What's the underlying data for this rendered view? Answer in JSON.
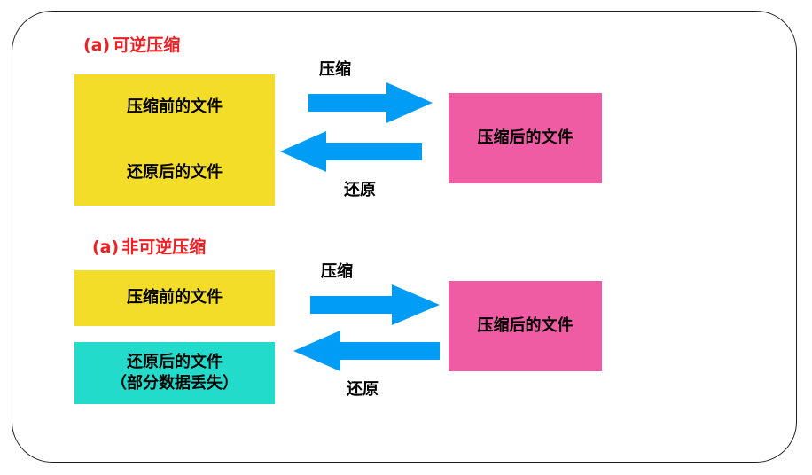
{
  "figure": {
    "background_color": "#ffffff",
    "frame_border_color": "#231f20",
    "accent_label_color": "#ed2024",
    "colors": {
      "yellow": "#f3dd28",
      "pink": "#ef5ca3",
      "cyan": "#22dbcb",
      "arrow_blue": "#009cf5"
    }
  },
  "sections": [
    {
      "tag": "(a)",
      "title": "可逆压缩",
      "source_block": {
        "lines": [
          "压缩前的文件",
          "还原后的文件"
        ],
        "color": "#f3dd28"
      },
      "target_block": {
        "lines": [
          "压缩后的文件"
        ],
        "color": "#ef5ca3"
      },
      "arrows": [
        {
          "name": "compress",
          "label": "压缩",
          "direction": "right",
          "color": "#009cf5"
        },
        {
          "name": "restore",
          "label": "还原",
          "direction": "left",
          "color": "#009cf5"
        }
      ]
    },
    {
      "tag": "(a)",
      "title": "非可逆压缩",
      "source_block": {
        "lines": [
          "压缩前的文件"
        ],
        "color": "#f3dd28"
      },
      "lossy_block": {
        "lines": [
          "还原后的文件",
          "（部分数据丢失）"
        ],
        "color": "#22dbcb"
      },
      "target_block": {
        "lines": [
          "压缩后的文件"
        ],
        "color": "#ef5ca3"
      },
      "arrows": [
        {
          "name": "compress",
          "label": "压缩",
          "direction": "right",
          "color": "#009cf5"
        },
        {
          "name": "restore",
          "label": "还原",
          "direction": "left",
          "color": "#009cf5"
        }
      ]
    }
  ]
}
